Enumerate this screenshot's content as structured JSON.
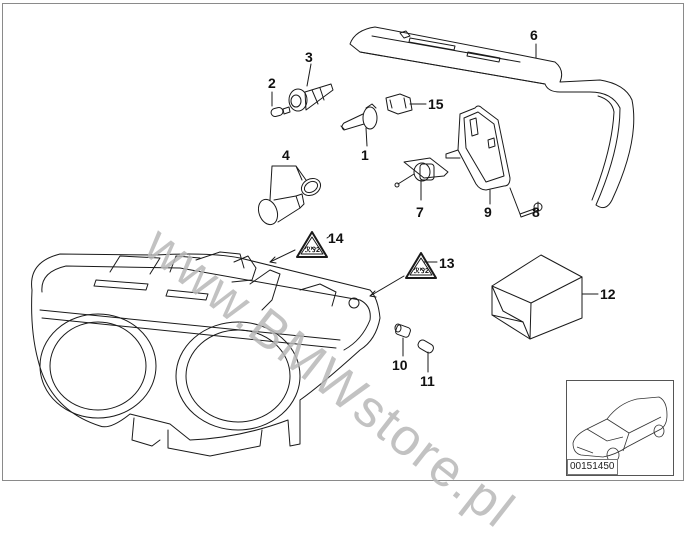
{
  "diagram": {
    "title": "Headlight parts diagram",
    "watermark": "www.BMWstore.pl",
    "callouts": [
      {
        "id": "1",
        "label": "1",
        "part": "bulb"
      },
      {
        "id": "2",
        "label": "2",
        "part": "small bulb"
      },
      {
        "id": "3",
        "label": "3",
        "part": "bulb socket"
      },
      {
        "id": "4",
        "label": "4",
        "part": "bulb holder with seal ring"
      },
      {
        "id": "6",
        "label": "6",
        "part": "headlight gasket / cover"
      },
      {
        "id": "7",
        "label": "7",
        "part": "adjuster / control unit"
      },
      {
        "id": "8",
        "label": "8",
        "part": "screw"
      },
      {
        "id": "9",
        "label": "9",
        "part": "control unit housing"
      },
      {
        "id": "10",
        "label": "10",
        "part": "bulb socket"
      },
      {
        "id": "11",
        "label": "11",
        "part": "bulb"
      },
      {
        "id": "12",
        "label": "12",
        "part": "repair kit box"
      },
      {
        "id": "13",
        "label": "13",
        "part": "warning label"
      },
      {
        "id": "14",
        "label": "14",
        "part": "warning label"
      },
      {
        "id": "15",
        "label": "15",
        "part": "clip / holder"
      }
    ],
    "inset": {
      "description": "vehicle overview",
      "code": "00151450"
    }
  }
}
